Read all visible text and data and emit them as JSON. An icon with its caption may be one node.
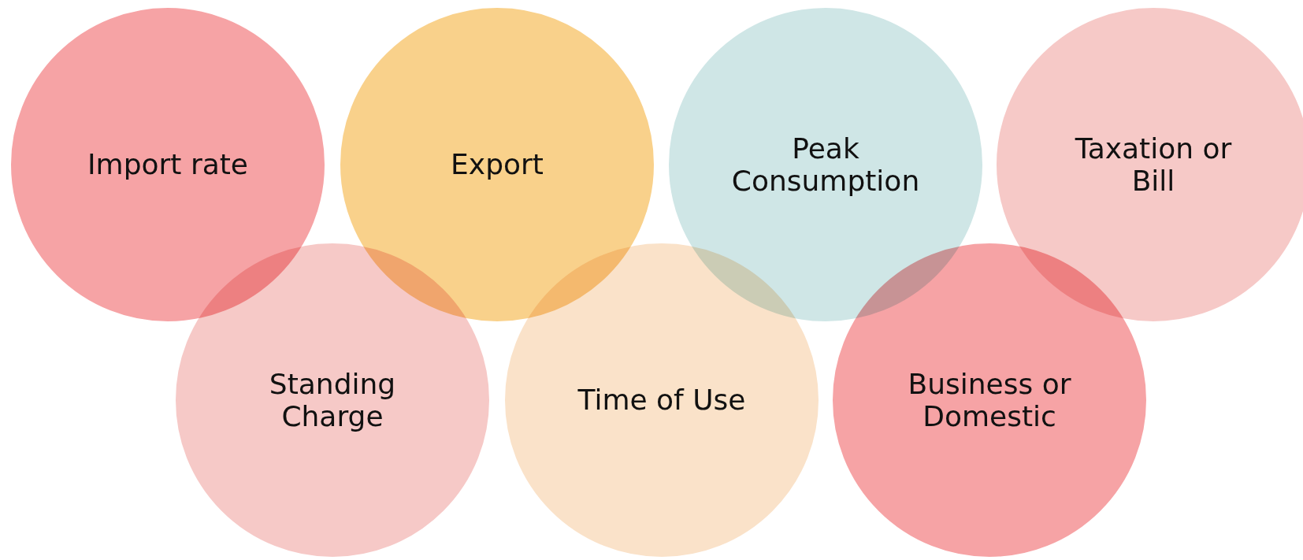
{
  "diagram": {
    "nodes": [
      {
        "text": [
          "Import rate"
        ]
      },
      {
        "text": [
          "Export"
        ]
      },
      {
        "text": [
          "Peak Consumption"
        ]
      },
      {
        "text": [
          "Taxation or Bill"
        ]
      },
      {
        "text": [
          "Standing Charge"
        ]
      },
      {
        "text": [
          "Time of Use"
        ]
      },
      {
        "text": [
          "Business or Domestic"
        ]
      }
    ]
  }
}
